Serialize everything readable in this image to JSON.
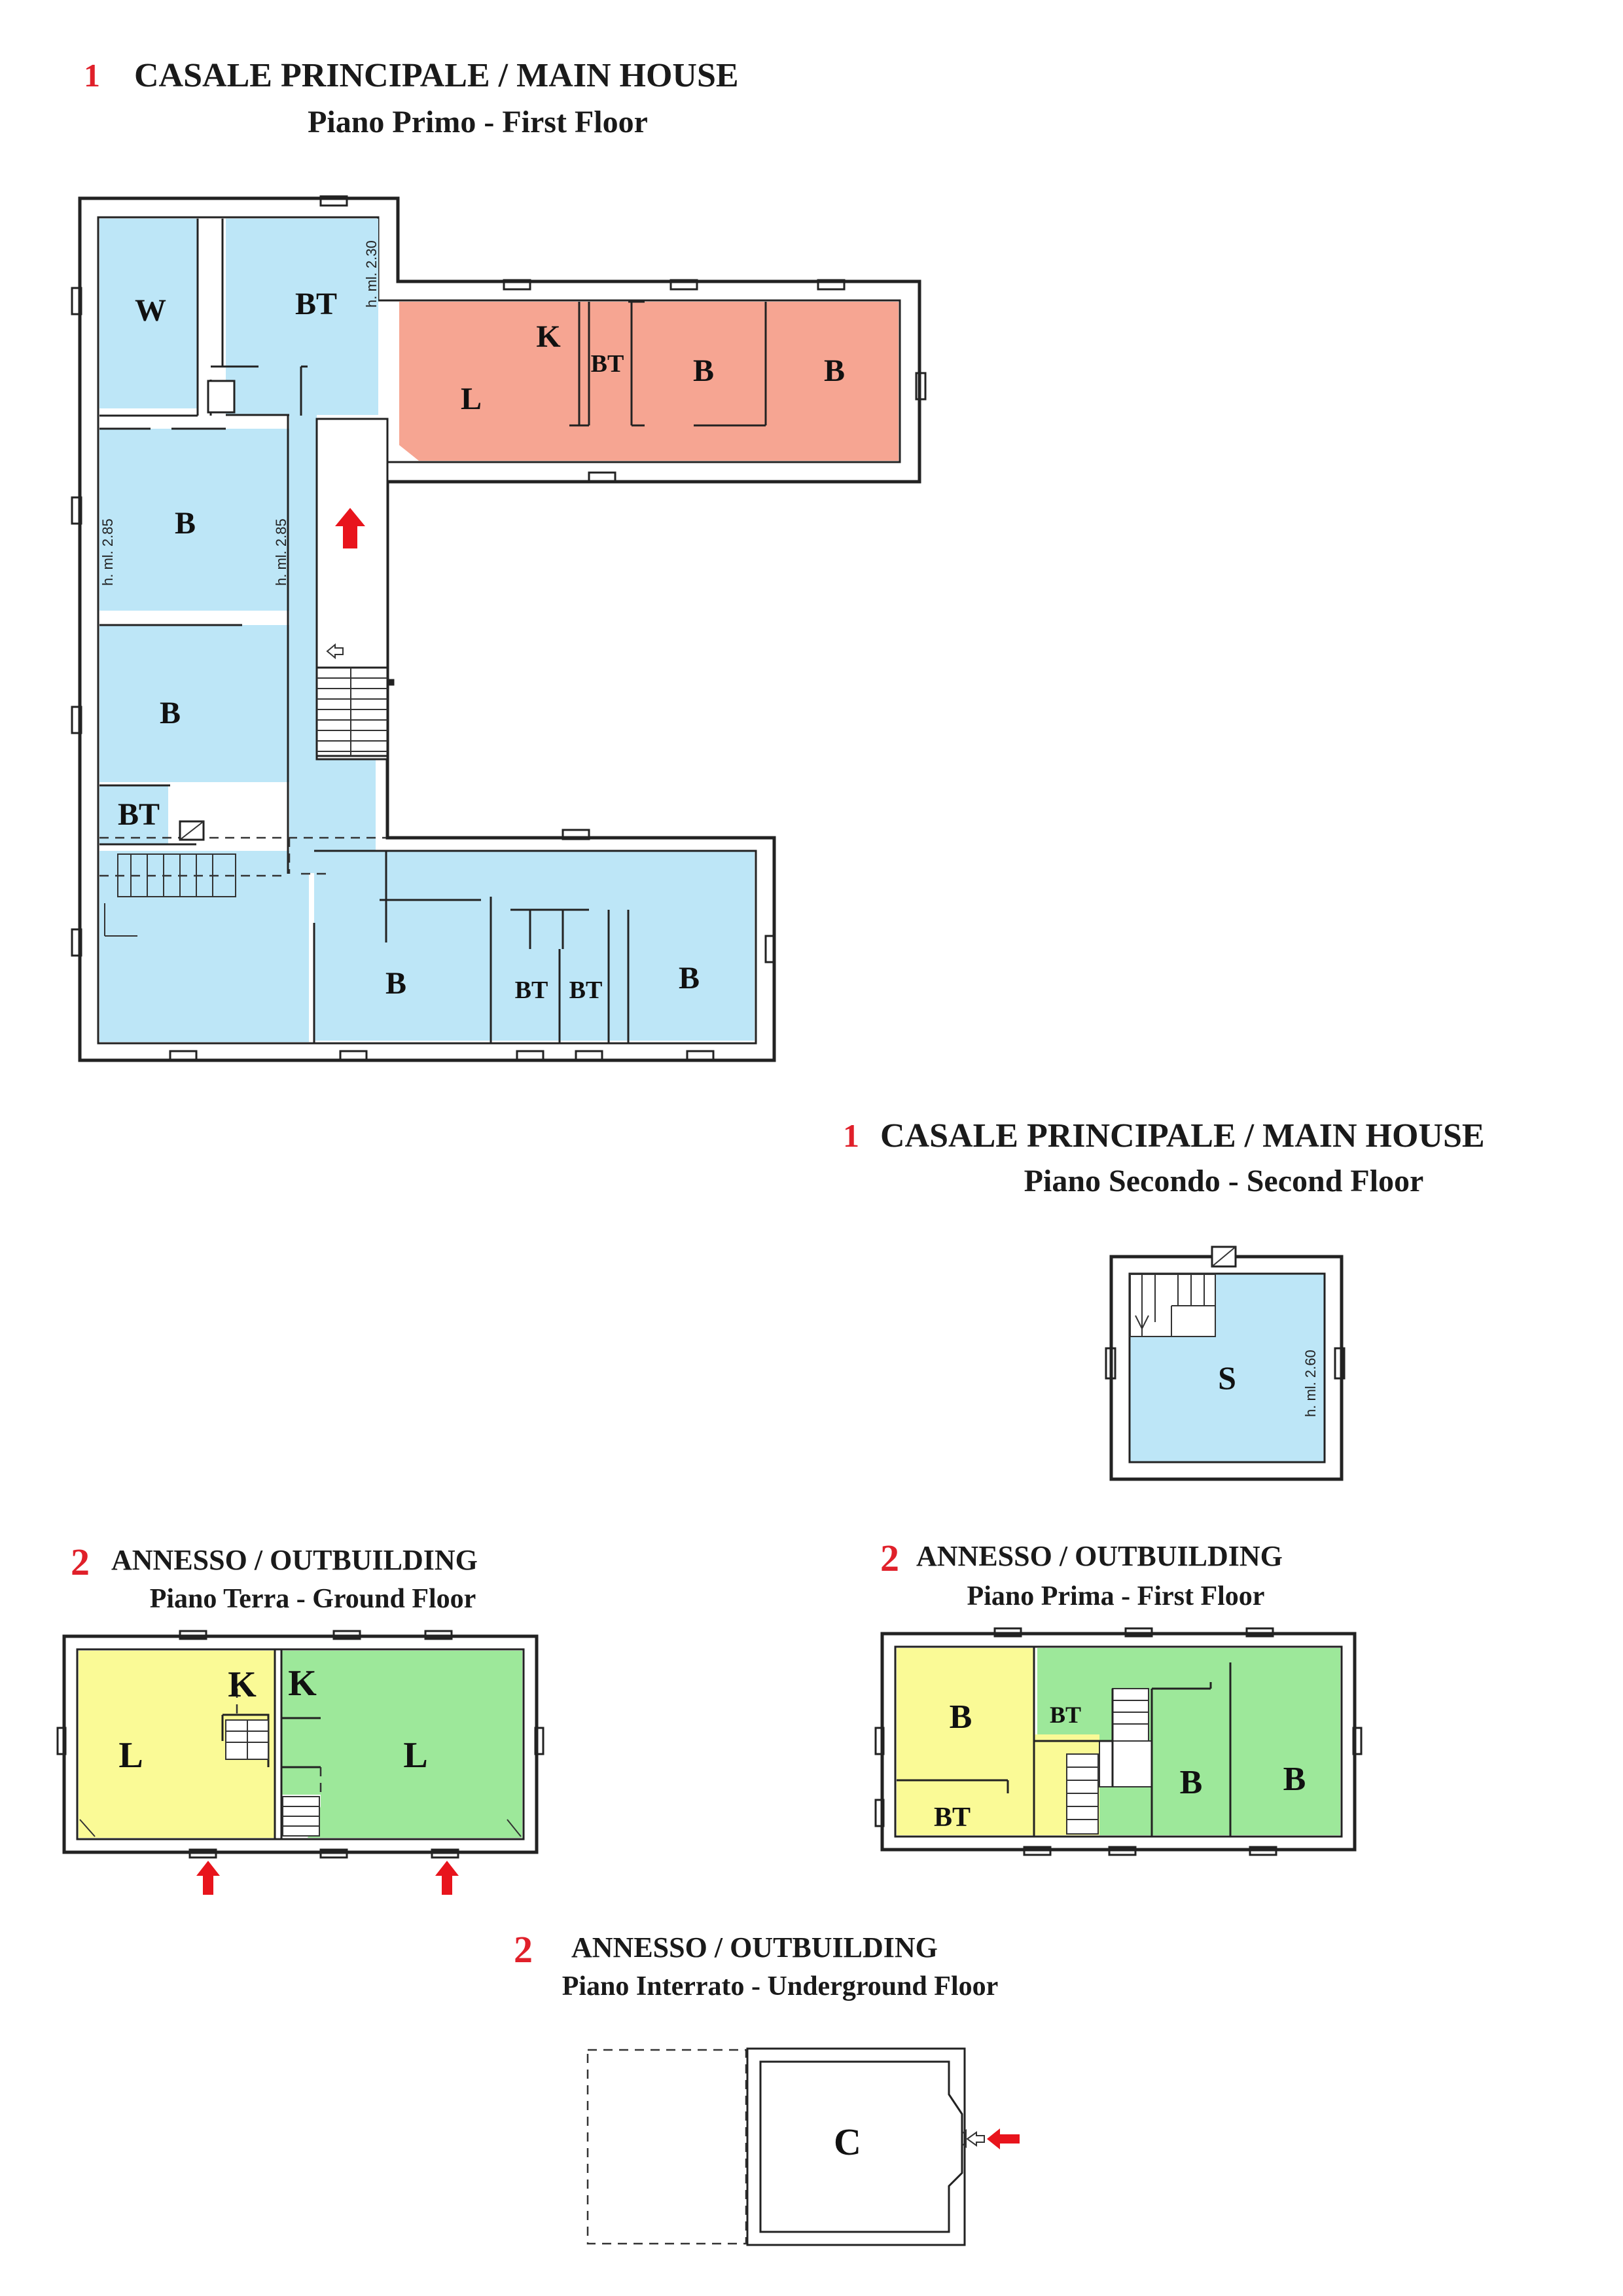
{
  "sections": {
    "main_first": {
      "number": "1",
      "title": "CASALE PRINCIPALE / MAIN HOUSE",
      "subtitle": "Piano Primo - First Floor"
    },
    "main_second": {
      "number": "1",
      "title": "CASALE PRINCIPALE / MAIN HOUSE",
      "subtitle": "Piano Secondo - Second Floor"
    },
    "annex_ground": {
      "number": "2",
      "title": "ANNESSO / OUTBUILDING",
      "subtitle": "Piano Terra - Ground Floor"
    },
    "annex_first": {
      "number": "2",
      "title": "ANNESSO / OUTBUILDING",
      "subtitle": "Piano Prima - First Floor"
    },
    "annex_under": {
      "number": "2",
      "title": "ANNESSO / OUTBUILDING",
      "subtitle": "Piano Interrato - Underground Floor"
    }
  },
  "rooms": {
    "main_first": {
      "w": "W",
      "bt_top": "BT",
      "b_mid": "B",
      "b_lower": "B",
      "bt_lower": "BT",
      "l_salmon": "L",
      "k_salmon": "K",
      "bt_salmon": "BT",
      "b_salmon1": "B",
      "b_salmon2": "B",
      "b_bottom1": "B",
      "bt_bottom1": "BT",
      "bt_bottom2": "BT",
      "b_bottom2": "B"
    },
    "main_second": {
      "s": "S"
    },
    "annex_ground": {
      "l_yellow": "L",
      "k_yellow": "K",
      "k_green": "K",
      "l_green": "L"
    },
    "annex_first": {
      "b_yellow": "B",
      "bt_yellow": "BT",
      "bt_green": "BT",
      "b_green1": "B",
      "b_green2": "B"
    },
    "annex_under": {
      "c": "C"
    }
  },
  "heights": {
    "top": "h. ml. 2.30",
    "left": "h. ml. 2.85",
    "mid": "h. ml. 2.85",
    "second": "h. ml. 2.60"
  },
  "colors": {
    "blue": "#bde6f7",
    "salmon": "#f6a592",
    "yellow": "#fafa96",
    "green": "#9de89a",
    "entrance_arrow": "#e8141c"
  }
}
